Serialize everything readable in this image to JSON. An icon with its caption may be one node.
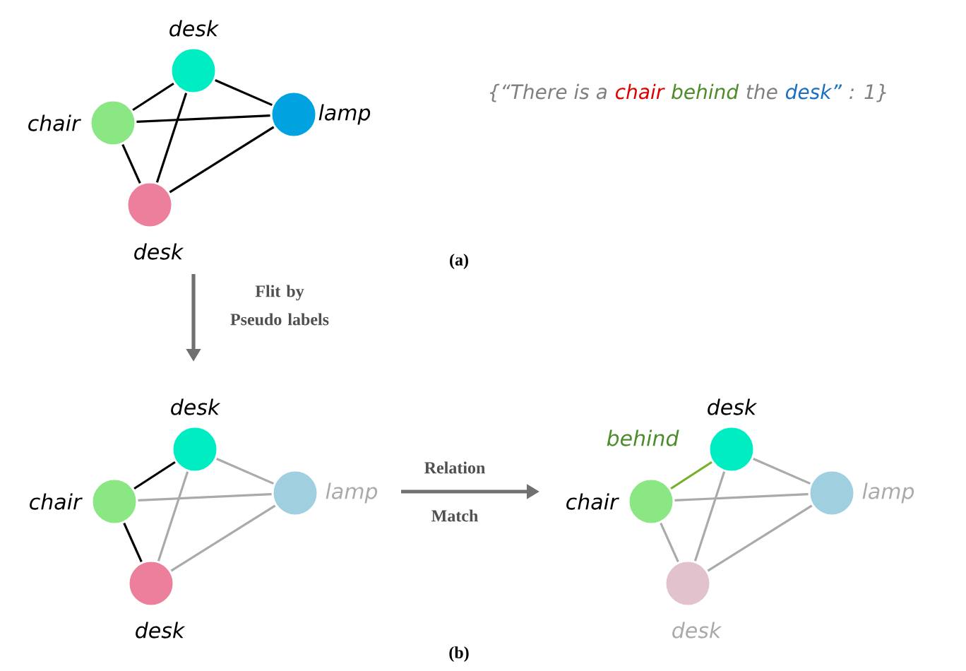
{
  "diagram": {
    "nodes": [
      {
        "text": [
          "desk"
        ]
      },
      {
        "text": [
          "chair"
        ]
      },
      {
        "text": [
          "lamp"
        ]
      },
      {
        "text": [
          "desk"
        ]
      },
      {
        "text": [
          "desk"
        ]
      },
      {
        "text": [
          "chair"
        ]
      },
      {
        "text": [
          "lamp"
        ]
      },
      {
        "text": [
          "desk"
        ]
      },
      {
        "text": [
          "desk"
        ]
      },
      {
        "text": [
          "chair"
        ]
      },
      {
        "text": [
          "lamp"
        ]
      },
      {
        "text": [
          "desk"
        ]
      }
    ],
    "edges": [
      {
        "from": 0,
        "to": 1,
        "arrow": "none",
        "color": "#000000"
      },
      {
        "from": 0,
        "to": 2,
        "arrow": "none",
        "color": "#000000"
      },
      {
        "from": 0,
        "to": 3,
        "arrow": "none",
        "color": "#000000"
      },
      {
        "from": 1,
        "to": 2,
        "arrow": "none",
        "color": "#000000"
      },
      {
        "from": 1,
        "to": 3,
        "arrow": "none",
        "color": "#000000"
      },
      {
        "from": 2,
        "to": 3,
        "arrow": "none",
        "color": "#000000"
      },
      {
        "from": 4,
        "to": 5,
        "arrow": "none",
        "color": "#000000"
      },
      {
        "from": 4,
        "to": 6,
        "arrow": "none"
      },
      {
        "from": 4,
        "to": 7,
        "arrow": "none"
      },
      {
        "from": 5,
        "to": 6,
        "arrow": "none"
      },
      {
        "from": 5,
        "to": 7,
        "arrow": "none",
        "color": "#000000"
      },
      {
        "from": 6,
        "to": 7,
        "arrow": "none"
      },
      {
        "from": 8,
        "to": 9,
        "arrow": "none",
        "label": "behind",
        "color": "#77b02a"
      },
      {
        "from": 8,
        "to": 10,
        "arrow": "none"
      },
      {
        "from": 8,
        "to": 11,
        "arrow": "none"
      },
      {
        "from": 9,
        "to": 10,
        "arrow": "none"
      },
      {
        "from": 9,
        "to": 11,
        "arrow": "none"
      },
      {
        "from": 10,
        "to": 11,
        "arrow": "none"
      }
    ],
    "labels": [
      "{“There is a",
      "chair",
      "behind",
      "the",
      "desk”",
      ": 1}",
      "(a)",
      "Flit by Pseudo labels",
      "Relation",
      "Match",
      "(b)"
    ]
  }
}
